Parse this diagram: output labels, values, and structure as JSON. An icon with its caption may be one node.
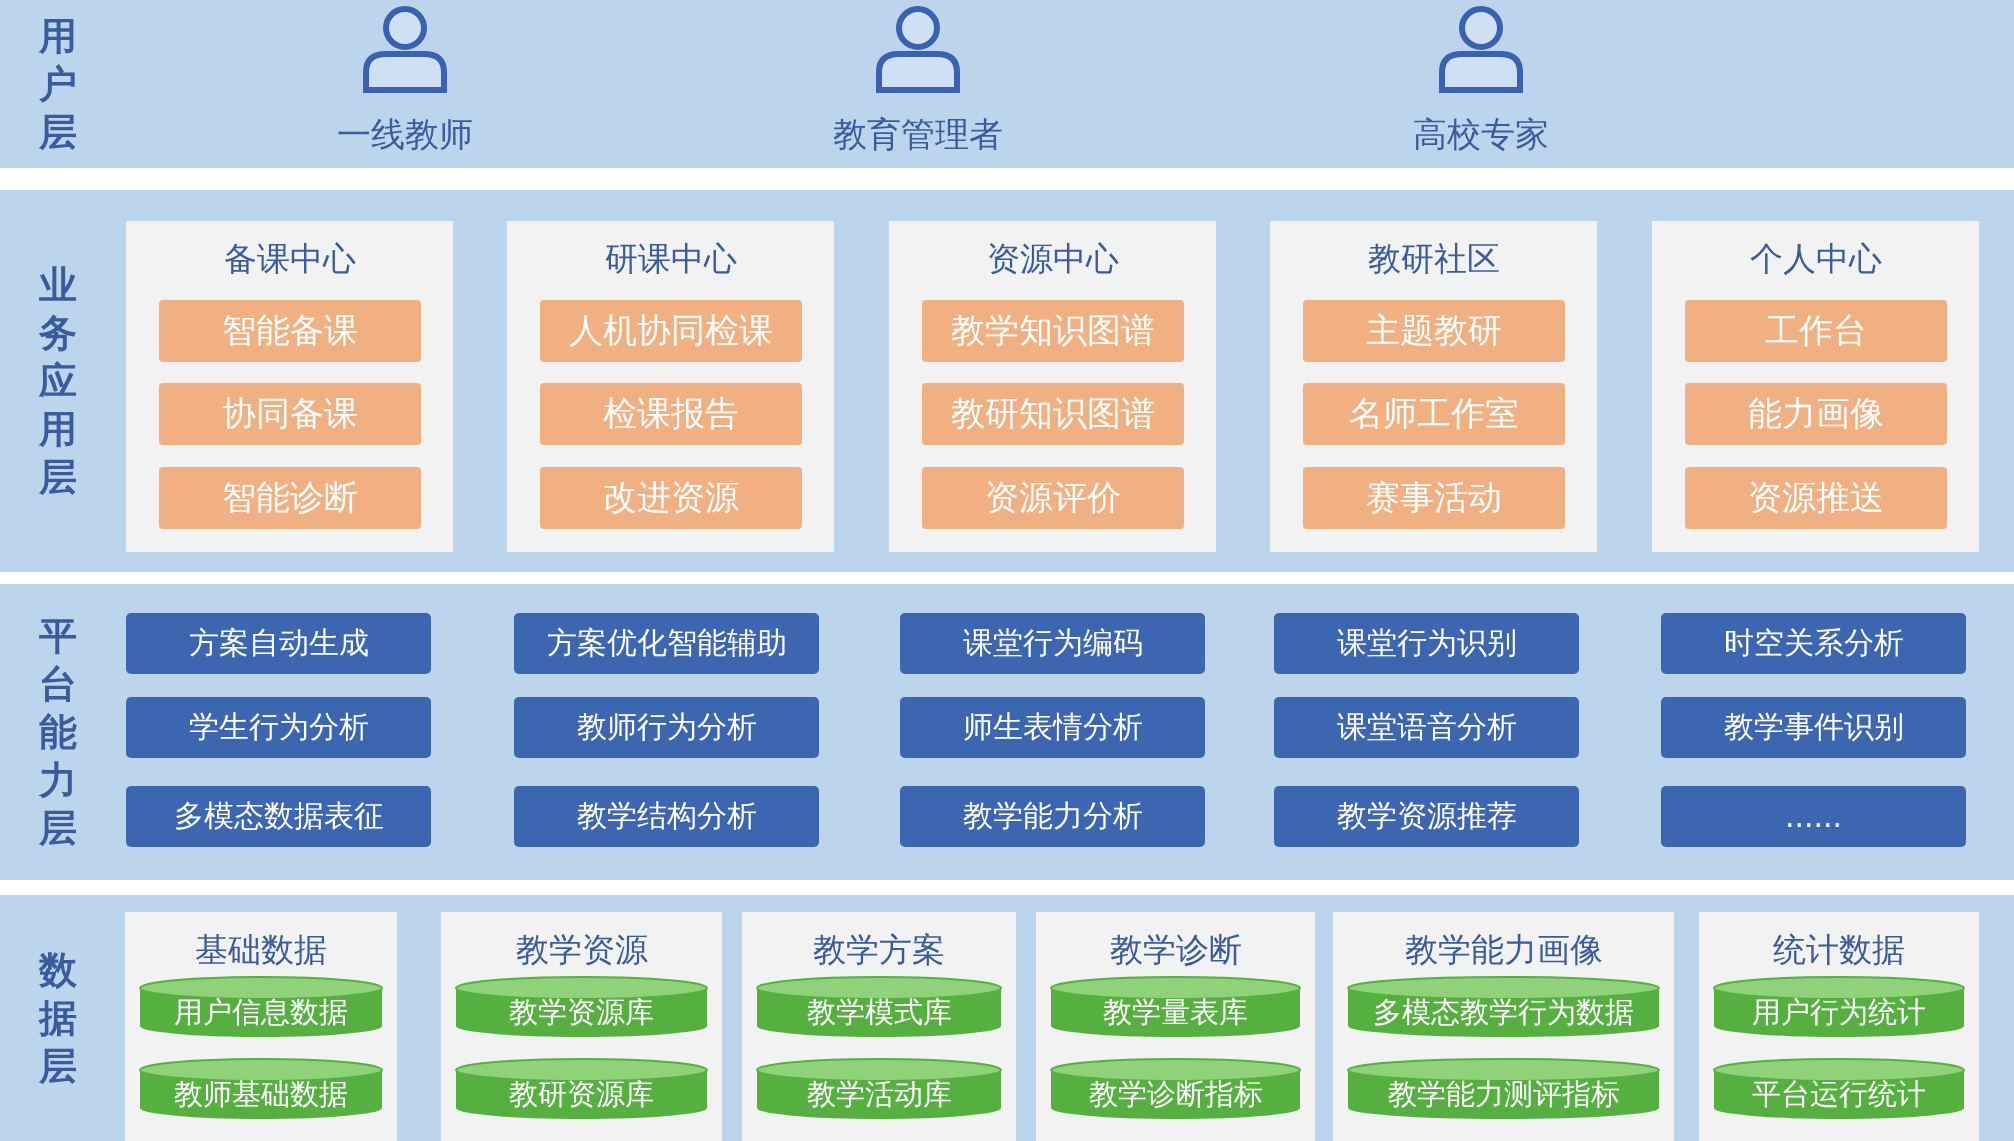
{
  "diagram": {
    "nodes": [
      {
        "text": [
          "用户层"
        ]
      },
      {
        "text": [
          "一线教师"
        ],
        "in": 0
      },
      {
        "text": [
          "教育管理者"
        ],
        "in": 0
      },
      {
        "text": [
          "高校专家"
        ],
        "in": 0
      },
      {
        "text": [
          "业务应用层"
        ]
      },
      {
        "text": [
          "备课中心"
        ],
        "in": 4
      },
      {
        "text": [
          "智能备课"
        ],
        "in": 5
      },
      {
        "text": [
          "协同备课"
        ],
        "in": 5
      },
      {
        "text": [
          "智能诊断"
        ],
        "in": 5
      },
      {
        "text": [
          "研课中心"
        ],
        "in": 4
      },
      {
        "text": [
          "人机协同检课"
        ],
        "in": 9
      },
      {
        "text": [
          "检课报告"
        ],
        "in": 9
      },
      {
        "text": [
          "改进资源"
        ],
        "in": 9
      },
      {
        "text": [
          "资源中心"
        ],
        "in": 4
      },
      {
        "text": [
          "教学知识图谱"
        ],
        "in": 13
      },
      {
        "text": [
          "教研知识图谱"
        ],
        "in": 13
      },
      {
        "text": [
          "资源评价"
        ],
        "in": 13
      },
      {
        "text": [
          "教研社区"
        ],
        "in": 4
      },
      {
        "text": [
          "主题教研"
        ],
        "in": 17
      },
      {
        "text": [
          "名师工作室"
        ],
        "in": 17
      },
      {
        "text": [
          "赛事活动"
        ],
        "in": 17
      },
      {
        "text": [
          "个人中心"
        ],
        "in": 4
      },
      {
        "text": [
          "工作台"
        ],
        "in": 21
      },
      {
        "text": [
          "能力画像"
        ],
        "in": 21
      },
      {
        "text": [
          "资源推送"
        ],
        "in": 21
      },
      {
        "text": [
          "平台能力层"
        ]
      },
      {
        "text": [
          "方案自动生成"
        ],
        "in": 25
      },
      {
        "text": [
          "方案优化智能辅助"
        ],
        "in": 25
      },
      {
        "text": [
          "课堂行为编码"
        ],
        "in": 25
      },
      {
        "text": [
          "课堂行为识别"
        ],
        "in": 25
      },
      {
        "text": [
          "时空关系分析"
        ],
        "in": 25
      },
      {
        "text": [
          "学生行为分析"
        ],
        "in": 25
      },
      {
        "text": [
          "教师行为分析"
        ],
        "in": 25
      },
      {
        "text": [
          "师生表情分析"
        ],
        "in": 25
      },
      {
        "text": [
          "课堂语音分析"
        ],
        "in": 25
      },
      {
        "text": [
          "教学事件识别"
        ],
        "in": 25
      },
      {
        "text": [
          "多模态数据表征"
        ],
        "in": 25
      },
      {
        "text": [
          "教学结构分析"
        ],
        "in": 25
      },
      {
        "text": [
          "教学能力分析"
        ],
        "in": 25
      },
      {
        "text": [
          "教学资源推荐"
        ],
        "in": 25
      },
      {
        "text": [
          "......"
        ],
        "in": 25
      },
      {
        "text": [
          "数据层"
        ]
      },
      {
        "text": [
          "基础数据"
        ],
        "in": 41
      },
      {
        "text": [
          "用户信息数据"
        ],
        "in": 42
      },
      {
        "text": [
          "教师基础数据"
        ],
        "in": 42
      },
      {
        "text": [
          "教学资源"
        ],
        "in": 41
      },
      {
        "text": [
          "教学资源库"
        ],
        "in": 45
      },
      {
        "text": [
          "教研资源库"
        ],
        "in": 45
      },
      {
        "text": [
          "教学方案"
        ],
        "in": 41
      },
      {
        "text": [
          "教学模式库"
        ],
        "in": 48
      },
      {
        "text": [
          "教学活动库"
        ],
        "in": 48
      },
      {
        "text": [
          "教学诊断"
        ],
        "in": 41
      },
      {
        "text": [
          "教学量表库"
        ],
        "in": 51
      },
      {
        "text": [
          "教学诊断指标"
        ],
        "in": 51
      },
      {
        "text": [
          "教学能力画像"
        ],
        "in": 41
      },
      {
        "text": [
          "多模态教学行为数据"
        ],
        "in": 54
      },
      {
        "text": [
          "教学能力测评指标"
        ],
        "in": 54
      },
      {
        "text": [
          "统计数据"
        ],
        "in": 41
      },
      {
        "text": [
          "用户行为统计"
        ],
        "in": 57
      },
      {
        "text": [
          "平台运行统计"
        ],
        "in": 57
      }
    ]
  }
}
